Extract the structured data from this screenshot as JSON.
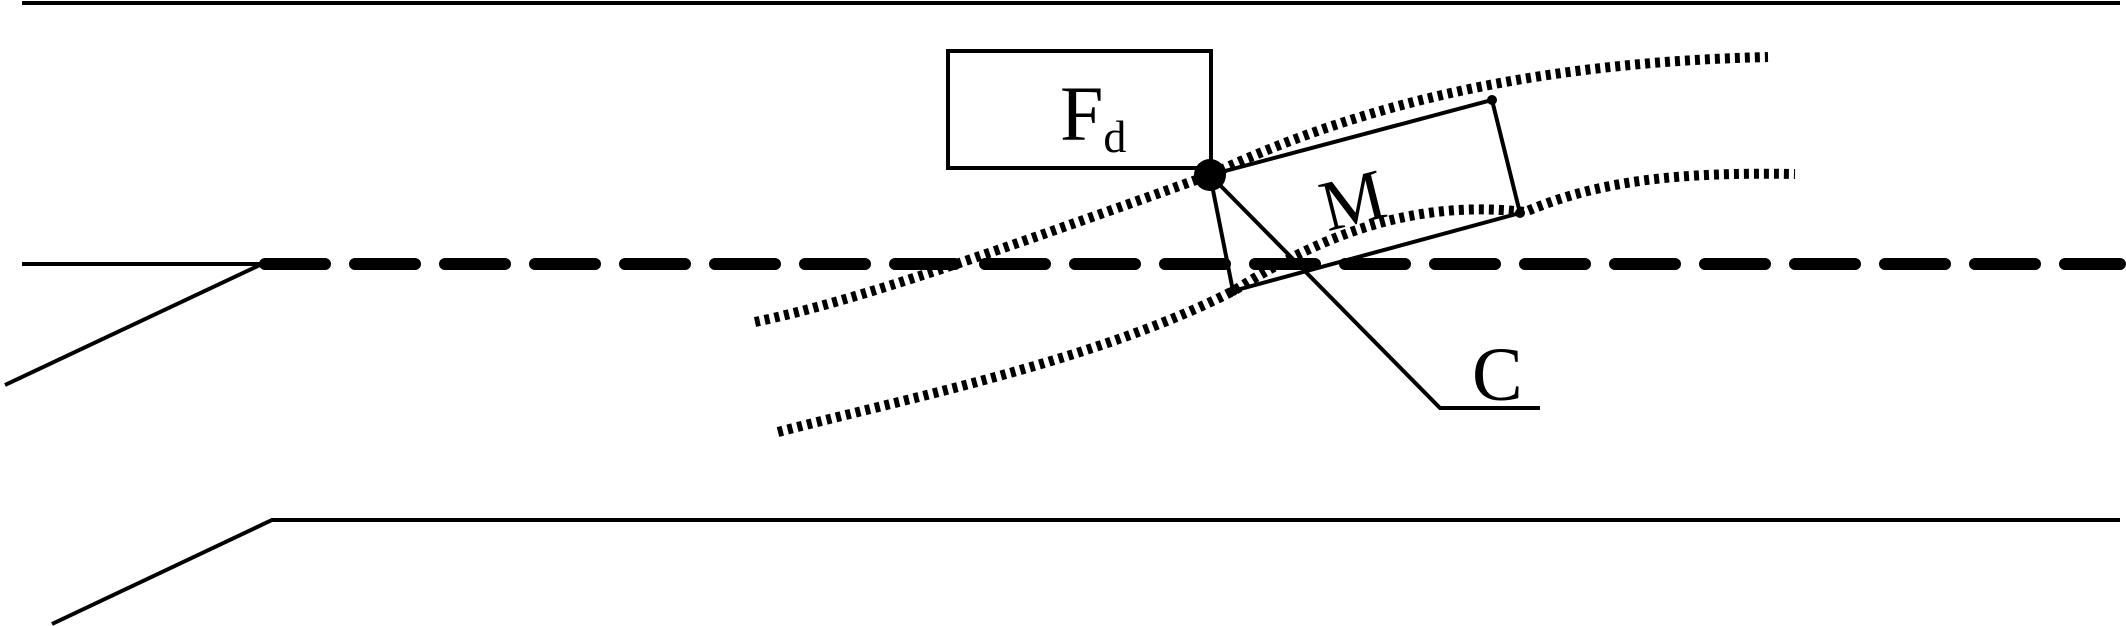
{
  "labels": {
    "force_main": "F",
    "force_sub": "d",
    "mass": "M",
    "damping": "C"
  },
  "colors": {
    "ink": "#000000",
    "background": "#ffffff"
  }
}
